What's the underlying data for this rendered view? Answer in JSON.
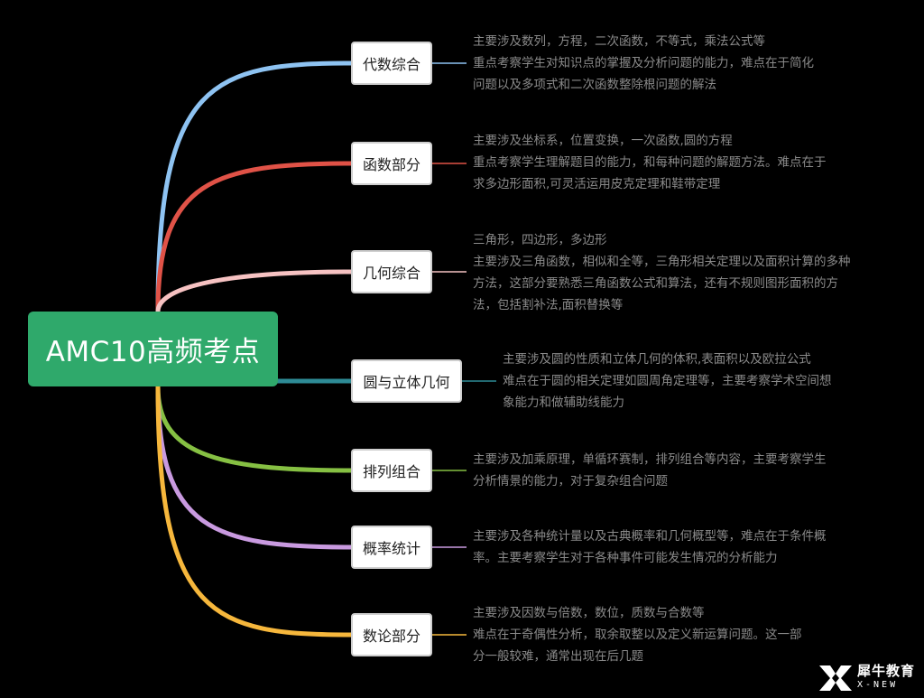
{
  "root": {
    "label": "AMC10高频考点",
    "color": "#2fa96b"
  },
  "branches": [
    {
      "label": "代数综合",
      "color": "#8ec3f2",
      "lines": [
        "主要涉及数列，方程，二次函数，不等式，乘法公式等",
        "重点考察学生对知识点的掌握及分析问题的能力，难点在于简化",
        "问题以及多项式和二次函数整除根问题的解法"
      ]
    },
    {
      "label": "函数部分",
      "color": "#e05247",
      "lines": [
        "主要涉及坐标系，位置变换，一次函数,圆的方程",
        " 重点考察学生理解题目的能力，和每种问题的解题方法。难点在于",
        "求多边形面积,可灵活运用皮克定理和鞋带定理"
      ]
    },
    {
      "label": "几何综合",
      "color": "#f6c2c2",
      "lines": [
        "三角形，四边形，多边形",
        "主要涉及三角函数，相似和全等，三角形相关定理以及面积计算的多种",
        "方法，这部分要熟悉三角函数公式和算法，还有不规则图形面积的方",
        "法，包括割补法,面积替换等"
      ]
    },
    {
      "label": "圆与立体几何",
      "color": "#2e8b96",
      "lines": [
        "主要涉及圆的性质和立体几何的体积,表面积以及欧拉公式",
        "难点在于圆的相关定理如圆周角定理等，主要考察学术空间想",
        "象能力和做辅助线能力"
      ]
    },
    {
      "label": "排列组合",
      "color": "#86c043",
      "lines": [
        "主要涉及加乘原理，单循环赛制，排列组合等内容，主要考察学生",
        "分析情景的能力，对于复杂组合问题"
      ]
    },
    {
      "label": "概率统计",
      "color": "#c99ae0",
      "lines": [
        "主要涉及各种统计量以及古典概率和几何概型等，难点在于条件概",
        "率。主要考察学生对于各种事件可能发生情况的分析能力"
      ]
    },
    {
      "label": "数论部分",
      "color": "#f6b73c",
      "lines": [
        "主要涉及因数与倍数，数位，质数与合数等",
        "难点在于奇偶性分析，取余取整以及定义新运算问题。这一部",
        "分一般较难，通常出现在后几题"
      ]
    }
  ],
  "logo": {
    "cn": "犀牛教育",
    "en": "X-NEW"
  }
}
